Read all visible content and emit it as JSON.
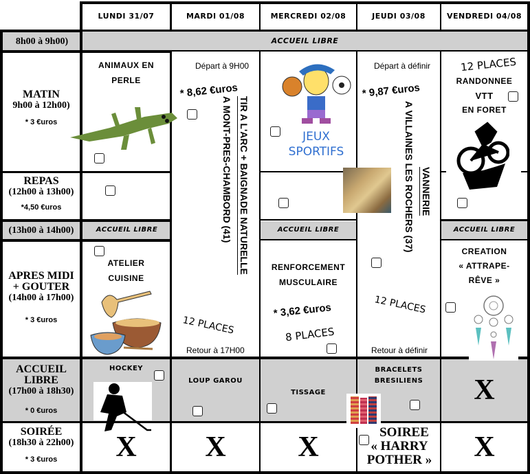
{
  "header": {
    "days": [
      "LUNDI 31/07",
      "MARDI 01/08",
      "MERCREDI 02/08",
      "JEUDI 03/08",
      "VENDREDI 04/08"
    ]
  },
  "rows": {
    "arrival": {
      "label": "8h00 à 9h00)",
      "content": "ACCUEIL LIBRE"
    },
    "morning": {
      "title": "MATIN",
      "hours": "9h00 à 12h00)",
      "price": "* 3 €uros"
    },
    "lunch": {
      "title": "REPAS",
      "hours": "(12h00 à 13h00)",
      "price": "*4,50 €uros"
    },
    "midday": {
      "label": "(13h00 à 14h00)",
      "content": "ACCUEIL LIBRE"
    },
    "afternoon": {
      "title1": "APRES MIDI",
      "title2": "+ GOUTER",
      "hours": "(14h00 à 17h00)",
      "price": "* 3 €uros"
    },
    "late": {
      "title1": "ACCUEIL",
      "title2": "LIBRE",
      "hours": "(17h00 à 18h30)",
      "price": "* 0 €uros"
    },
    "evening": {
      "title": "SOIRÉE",
      "hours": "(18h30 à 22h00)",
      "price": "* 3 €uros"
    }
  },
  "activities": {
    "mon_morning": {
      "title1": "Animaux en",
      "title2": "perle",
      "image": "beaded-crocodile"
    },
    "tue_trip": {
      "depart": "Départ à 9H00",
      "price": "* 8,62 €uros",
      "line1": "TIR A L'ARC + BAIGNADE NATURELLE",
      "line2": "A MONT-PRES-CHAMBORD (41)",
      "places": "12 PLACES",
      "return": "Retour à 17H00"
    },
    "wed_morning": {
      "title1": "JEUX",
      "title2": "SPORTIFS",
      "image": "kid-sports-cartoon"
    },
    "thu_trip": {
      "depart": "Départ à définir",
      "price": "* 9,87 €uros",
      "line1": "VANNERIE",
      "line2": "A VILLAINES LES ROCHERS (37)",
      "places": "12 PLACES",
      "return": "Retour à définir",
      "image": "basket-weaving-photo"
    },
    "fri_morning": {
      "places": "12 PLACES",
      "title1": "Randonnee",
      "title2": "VTT",
      "title3": "en foret",
      "image": "mountain-biker"
    },
    "midday_labels": [
      "ACCUEIL LIBRE",
      "ACCUEIL LIBRE",
      "ACCUEIL LIBRE"
    ],
    "mon_afternoon": {
      "title1": "Atelier",
      "title2": "cuisine",
      "image": "cooking-bowls"
    },
    "wed_afternoon": {
      "title1": "Renforcement",
      "title2": "musculaire",
      "price": "* 3,62 €uros",
      "places": "8 PLACES"
    },
    "fri_afternoon": {
      "title1": "Creation",
      "title2": "« attrape-",
      "title3": "rêve »",
      "image": "dreamcatcher"
    },
    "late_mon": {
      "title": "HOCKEY",
      "image": "hockey-player"
    },
    "late_tue": {
      "title": "LOUP GAROU"
    },
    "late_wed": {
      "title": "TISSAGE",
      "image": "woven-bracelets"
    },
    "late_thu": {
      "title1": "BRACELETS",
      "title2": "BRESILIENS"
    },
    "late_fri": {
      "mark": "X"
    },
    "eve_mon": {
      "mark": "X"
    },
    "eve_tue": {
      "mark": "X"
    },
    "eve_wed": {
      "mark": "X"
    },
    "eve_thu": {
      "line1": "SOIREE",
      "line2": "« HARRY",
      "line3": "POTHER »"
    },
    "eve_fri": {
      "mark": "X"
    }
  }
}
